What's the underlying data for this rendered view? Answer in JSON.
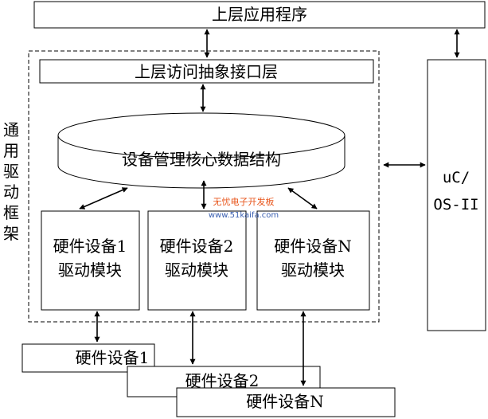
{
  "nodes": {
    "app": "上层应用程序",
    "access_layer": "上层访问抽象接口层",
    "core": "设备管理核心数据结构",
    "rtos_line1": "uC/",
    "rtos_line2": "OS-II",
    "framework_label": [
      "通",
      "用",
      "驱",
      "动",
      "框",
      "架"
    ],
    "driver1_line1": "硬件设备1",
    "driver1_line2": "驱动模块",
    "driver2_line1": "硬件设备2",
    "driver2_line2": "驱动模块",
    "driverN_line1": "硬件设备N",
    "driverN_line2": "驱动模块",
    "hw1": "硬件设备1",
    "hw2": "硬件设备2",
    "hwN": "硬件设备N"
  },
  "watermark": {
    "line1": "无忧电子开发板",
    "line2": "www.51kaifa.com",
    "color1": "#e8561c",
    "color2": "#3a5fb0"
  }
}
